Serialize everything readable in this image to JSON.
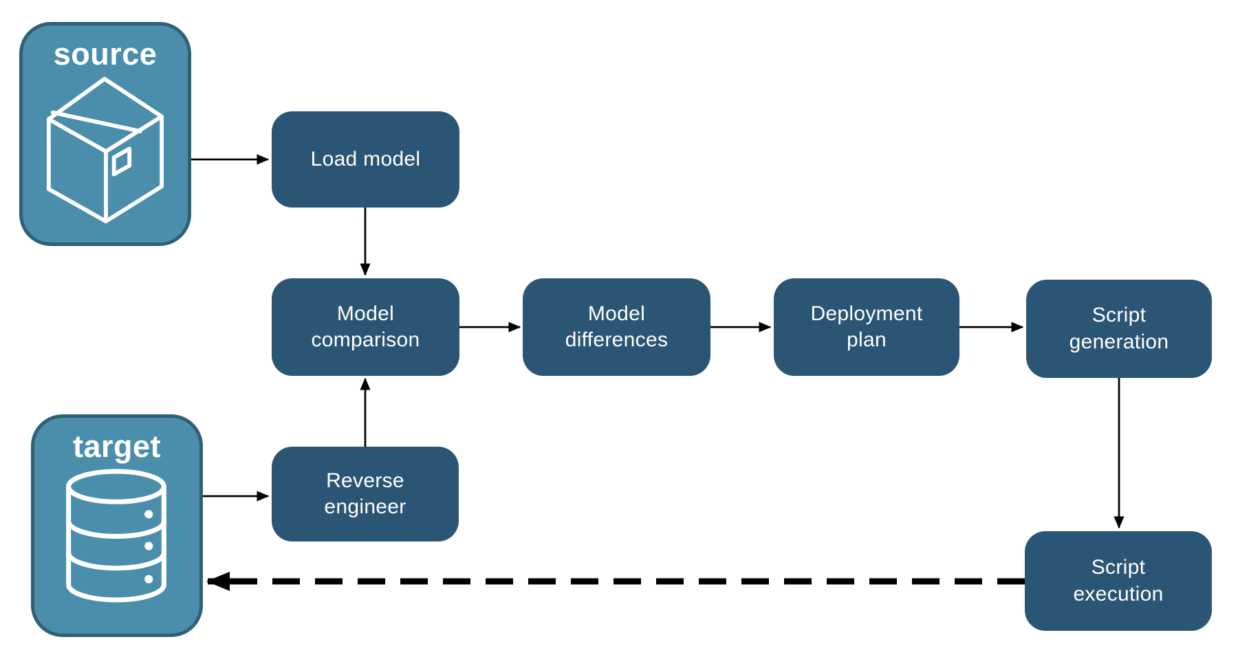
{
  "diagram": {
    "name": "schema-compare-deployment-pipeline"
  },
  "endpoints": {
    "source": {
      "label": "source",
      "icon": "package-icon"
    },
    "target": {
      "label": "target",
      "icon": "database-icon"
    }
  },
  "steps": {
    "load_model": {
      "label": "Load model"
    },
    "model_comparison": {
      "label": "Model comparison"
    },
    "model_differences": {
      "label": "Model differences"
    },
    "deployment_plan": {
      "label": "Deployment plan"
    },
    "script_generation": {
      "label": "Script generation"
    },
    "reverse_engineer": {
      "label": "Reverse engineer"
    },
    "script_execution": {
      "label": "Script execution"
    }
  },
  "connections": [
    {
      "from": "source",
      "to": "load_model",
      "style": "solid"
    },
    {
      "from": "load_model",
      "to": "model_comparison",
      "style": "solid"
    },
    {
      "from": "model_comparison",
      "to": "model_differences",
      "style": "solid"
    },
    {
      "from": "model_differences",
      "to": "deployment_plan",
      "style": "solid"
    },
    {
      "from": "deployment_plan",
      "to": "script_generation",
      "style": "solid"
    },
    {
      "from": "script_generation",
      "to": "script_execution",
      "style": "solid"
    },
    {
      "from": "target",
      "to": "reverse_engineer",
      "style": "solid"
    },
    {
      "from": "reverse_engineer",
      "to": "model_comparison",
      "style": "solid"
    },
    {
      "from": "script_execution",
      "to": "target",
      "style": "dashed"
    }
  ],
  "colors": {
    "step_fill": "#2B5574",
    "endpoint_fill": "#4A8EAC",
    "endpoint_border": "#2F6076",
    "arrow": "#000000",
    "label_text": "#FFFFFF",
    "background": "#FFFFFF"
  }
}
